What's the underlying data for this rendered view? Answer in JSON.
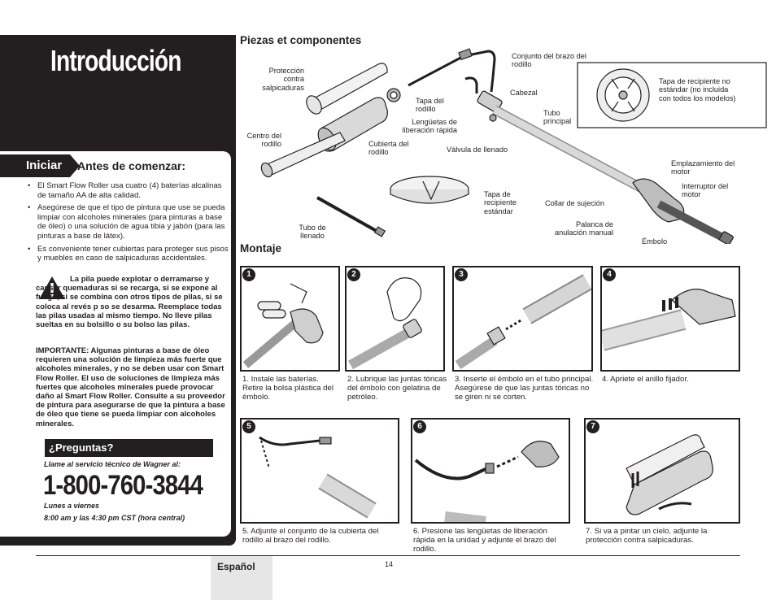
{
  "title": "Introducción",
  "start": {
    "tab": "Iniciar",
    "heading": "Antes de comenzar:",
    "bullets": [
      "El Smart Flow Roller usa cuatro (4) baterías alcalinas de tamaño AA de alta calidad.",
      "Asegúrese de que el tipo de pintura que use se pueda limpiar con alcoholes minerales (para pinturas a base de óleo) o una solución de agua tibia y jabón (para las pinturas a base de látex).",
      "Es conveniente tener cubiertas para proteger sus pisos y muebles en caso de salpicaduras accidentales."
    ],
    "warning": "La pila puede explotar o derramarse y causar quemaduras si se recarga, si se expone al fuego, si se combina con otros tipos de pilas, si se coloca al revés p so se desarma.  Reemplace todas las pilas usadas al mismo tiempo.  No lleve pilas sueltas en su bolsillo o su bolso las pilas.",
    "important": "IMPORTANTE:  Algunas pinturas a base de óleo requieren una solución de limpieza más fuerte que alcoholes minerales, y no se deben usar con Smart Flow Roller.  El uso de soluciones de limpieza más fuertes que alcoholes minerales puede provocar daño al Smart Flow Roller.  Consulte a su proveedor de pintura para asegurarse de que la pintura a base de óleo que tiene se pueda limpiar con alcoholes minerales."
  },
  "questions": {
    "title": "¿Preguntas?",
    "call": "Llame al servicio técnico de Wagner al:",
    "phone": "1-800-760-3844",
    "days": "Lunes a viernes",
    "hours": "8:00 am y las 4:30 pm  CST (hora central)"
  },
  "parts": {
    "heading": "Piezas et componentes",
    "labels": {
      "proteccion": "Protección contra salpicaduras",
      "centro": "Centro del rodillo",
      "cubierta": "Cubierta del rodillo",
      "tapa_rodillo": "Tapa del rodillo",
      "lenguetas": "Lengüetas de liberación rápida",
      "conjunto": "Conjunto del brazo del rodillo",
      "cabezal": "Cabezal",
      "tubo_principal": "Tubo principal",
      "valvula": "Válvula de llenado",
      "tapa_noestandar": "Tapa de recipiente no estándar (no incluida con todos los modelos)",
      "emplazamiento": "Emplazamiento del motor",
      "interruptor": "Interruptor del motor",
      "collar": "Collar de sujeción",
      "palanca": "Palanca de anulación manual",
      "embolo": "Émbolo",
      "tapa_estandar": "Tapa de recipiente estándar",
      "tubo_llenado": "Tubo de llenado"
    }
  },
  "assembly": {
    "heading": "Montaje",
    "steps": [
      {
        "num": "1",
        "text": "1.   Instale las baterías. Retire la bolsa plástica del émbolo."
      },
      {
        "num": "2",
        "text": "2.   Lubrique las juntas tóricas del émbolo con gelatina de petróleo."
      },
      {
        "num": "3",
        "text": "3.   Inserte el émbolo en el tubo principal.  Asegúrese de que las juntas tóricas no se giren ni se corten."
      },
      {
        "num": "4",
        "text": "4.   Apriete el anillo fijador."
      },
      {
        "num": "5",
        "text": "5.   Adjunte el conjunto de la cubierta del rodillo al brazo del rodillo."
      },
      {
        "num": "6",
        "text": "6.   Presione las lengüetas de liberación rápida en la unidad y adjunte el brazo del rodillo."
      },
      {
        "num": "7",
        "text": "7.   Si va a pintar un cielo, adjunte la protección contra salpicaduras."
      }
    ]
  },
  "footer": {
    "language": "Español",
    "page": "14"
  }
}
